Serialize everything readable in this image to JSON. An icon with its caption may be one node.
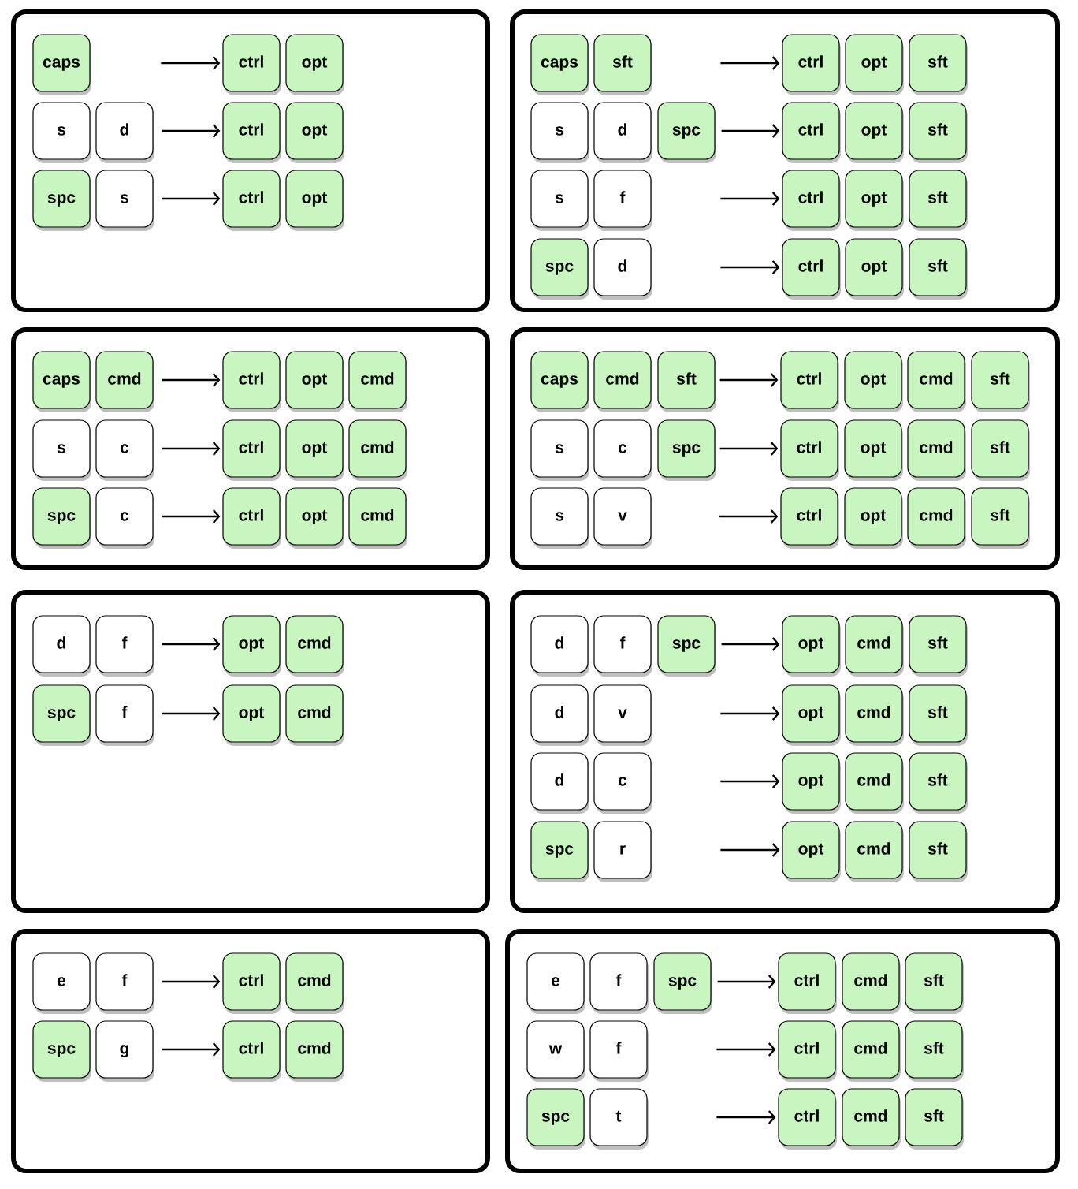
{
  "diagram": {
    "nodes": [
      {
        "text": [],
        "shape": "box"
      },
      {
        "text": [
          "caps"
        ],
        "in": 0
      },
      {
        "text": [
          "ctrl"
        ],
        "in": 0
      },
      {
        "text": [
          "opt"
        ],
        "in": 0
      },
      {
        "text": [
          "s"
        ],
        "in": 0
      },
      {
        "text": [
          "d"
        ],
        "in": 0
      },
      {
        "text": [
          "ctrl"
        ],
        "in": 0
      },
      {
        "text": [
          "opt"
        ],
        "in": 0
      },
      {
        "text": [
          "spc"
        ],
        "in": 0
      },
      {
        "text": [
          "s"
        ],
        "in": 0
      },
      {
        "text": [
          "ctrl"
        ],
        "in": 0
      },
      {
        "text": [
          "opt"
        ],
        "in": 0
      },
      {
        "text": [],
        "shape": "box"
      },
      {
        "text": [
          "caps"
        ],
        "in": 12
      },
      {
        "text": [
          "sft"
        ],
        "in": 12
      },
      {
        "text": [
          "ctrl"
        ],
        "in": 12
      },
      {
        "text": [
          "opt"
        ],
        "in": 12
      },
      {
        "text": [
          "sft"
        ],
        "in": 12
      },
      {
        "text": [
          "s"
        ],
        "in": 12
      },
      {
        "text": [
          "d"
        ],
        "in": 12
      },
      {
        "text": [
          "spc"
        ],
        "in": 12
      },
      {
        "text": [
          "ctrl"
        ],
        "in": 12
      },
      {
        "text": [
          "opt"
        ],
        "in": 12
      },
      {
        "text": [
          "sft"
        ],
        "in": 12
      },
      {
        "text": [
          "s"
        ],
        "in": 12
      },
      {
        "text": [
          "f"
        ],
        "in": 12
      },
      {
        "text": [
          "ctrl"
        ],
        "in": 12
      },
      {
        "text": [
          "opt"
        ],
        "in": 12
      },
      {
        "text": [
          "sft"
        ],
        "in": 12
      },
      {
        "text": [
          "spc"
        ],
        "in": 12
      },
      {
        "text": [
          "d"
        ],
        "in": 12
      },
      {
        "text": [
          "ctrl"
        ],
        "in": 12
      },
      {
        "text": [
          "opt"
        ],
        "in": 12
      },
      {
        "text": [
          "sft"
        ],
        "in": 12
      },
      {
        "text": [],
        "shape": "box"
      },
      {
        "text": [
          "caps"
        ],
        "in": 34
      },
      {
        "text": [
          "cmd"
        ],
        "in": 34
      },
      {
        "text": [
          "ctrl"
        ],
        "in": 34
      },
      {
        "text": [
          "opt"
        ],
        "in": 34
      },
      {
        "text": [
          "cmd"
        ],
        "in": 34
      },
      {
        "text": [
          "s"
        ],
        "in": 34
      },
      {
        "text": [
          "c"
        ],
        "in": 34
      },
      {
        "text": [
          "ctrl"
        ],
        "in": 34
      },
      {
        "text": [
          "opt"
        ],
        "in": 34
      },
      {
        "text": [
          "cmd"
        ],
        "in": 34
      },
      {
        "text": [
          "spc"
        ],
        "in": 34
      },
      {
        "text": [
          "c"
        ],
        "in": 34
      },
      {
        "text": [
          "ctrl"
        ],
        "in": 34
      },
      {
        "text": [
          "opt"
        ],
        "in": 34
      },
      {
        "text": [
          "cmd"
        ],
        "in": 34
      },
      {
        "text": [],
        "shape": "box"
      },
      {
        "text": [
          "caps"
        ],
        "in": 50
      },
      {
        "text": [
          "cmd"
        ],
        "in": 50
      },
      {
        "text": [
          "sft"
        ],
        "in": 50
      },
      {
        "text": [
          "ctrl"
        ],
        "in": 50
      },
      {
        "text": [
          "opt"
        ],
        "in": 50
      },
      {
        "text": [
          "cmd"
        ],
        "in": 50
      },
      {
        "text": [
          "sft"
        ],
        "in": 50
      },
      {
        "text": [
          "s"
        ],
        "in": 50
      },
      {
        "text": [
          "c"
        ],
        "in": 50
      },
      {
        "text": [
          "spc"
        ],
        "in": 50
      },
      {
        "text": [
          "ctrl"
        ],
        "in": 50
      },
      {
        "text": [
          "opt"
        ],
        "in": 50
      },
      {
        "text": [
          "cmd"
        ],
        "in": 50
      },
      {
        "text": [
          "sft"
        ],
        "in": 50
      },
      {
        "text": [
          "s"
        ],
        "in": 50
      },
      {
        "text": [
          "v"
        ],
        "in": 50
      },
      {
        "text": [
          "ctrl"
        ],
        "in": 50
      },
      {
        "text": [
          "opt"
        ],
        "in": 50
      },
      {
        "text": [
          "cmd"
        ],
        "in": 50
      },
      {
        "text": [
          "sft"
        ],
        "in": 50
      },
      {
        "text": [],
        "shape": "box"
      },
      {
        "text": [
          "d"
        ],
        "in": 71
      },
      {
        "text": [
          "f"
        ],
        "in": 71
      },
      {
        "text": [
          "opt"
        ],
        "in": 71
      },
      {
        "text": [
          "cmd"
        ],
        "in": 71
      },
      {
        "text": [
          "spc"
        ],
        "in": 71
      },
      {
        "text": [
          "f"
        ],
        "in": 71
      },
      {
        "text": [
          "opt"
        ],
        "in": 71
      },
      {
        "text": [
          "cmd"
        ],
        "in": 71
      },
      {
        "text": [],
        "shape": "box"
      },
      {
        "text": [
          "d"
        ],
        "in": 80
      },
      {
        "text": [
          "f"
        ],
        "in": 80
      },
      {
        "text": [
          "spc"
        ],
        "in": 80
      },
      {
        "text": [
          "opt"
        ],
        "in": 80
      },
      {
        "text": [
          "cmd"
        ],
        "in": 80
      },
      {
        "text": [
          "sft"
        ],
        "in": 80
      },
      {
        "text": [
          "d"
        ],
        "in": 80
      },
      {
        "text": [
          "v"
        ],
        "in": 80
      },
      {
        "text": [
          "opt"
        ],
        "in": 80
      },
      {
        "text": [
          "cmd"
        ],
        "in": 80
      },
      {
        "text": [
          "sft"
        ],
        "in": 80
      },
      {
        "text": [
          "d"
        ],
        "in": 80
      },
      {
        "text": [
          "c"
        ],
        "in": 80
      },
      {
        "text": [
          "opt"
        ],
        "in": 80
      },
      {
        "text": [
          "cmd"
        ],
        "in": 80
      },
      {
        "text": [
          "sft"
        ],
        "in": 80
      },
      {
        "text": [
          "spc"
        ],
        "in": 80
      },
      {
        "text": [
          "r"
        ],
        "in": 80
      },
      {
        "text": [
          "opt"
        ],
        "in": 80
      },
      {
        "text": [
          "cmd"
        ],
        "in": 80
      },
      {
        "text": [
          "sft"
        ],
        "in": 80
      },
      {
        "text": [],
        "shape": "box"
      },
      {
        "text": [
          "e"
        ],
        "in": 102
      },
      {
        "text": [
          "f"
        ],
        "in": 102
      },
      {
        "text": [
          "ctrl"
        ],
        "in": 102
      },
      {
        "text": [
          "cmd"
        ],
        "in": 102
      },
      {
        "text": [
          "spc"
        ],
        "in": 102
      },
      {
        "text": [
          "g"
        ],
        "in": 102
      },
      {
        "text": [
          "ctrl"
        ],
        "in": 102
      },
      {
        "text": [
          "cmd"
        ],
        "in": 102
      },
      {
        "text": [],
        "shape": "box"
      },
      {
        "text": [
          "e"
        ],
        "in": 111
      },
      {
        "text": [
          "f"
        ],
        "in": 111
      },
      {
        "text": [
          "spc"
        ],
        "in": 111
      },
      {
        "text": [
          "ctrl"
        ],
        "in": 111
      },
      {
        "text": [
          "cmd"
        ],
        "in": 111
      },
      {
        "text": [
          "sft"
        ],
        "in": 111
      },
      {
        "text": [
          "w"
        ],
        "in": 111
      },
      {
        "text": [
          "f"
        ],
        "in": 111
      },
      {
        "text": [
          "ctrl"
        ],
        "in": 111
      },
      {
        "text": [
          "cmd"
        ],
        "in": 111
      },
      {
        "text": [
          "sft"
        ],
        "in": 111
      },
      {
        "text": [
          "spc"
        ],
        "in": 111
      },
      {
        "text": [
          "t"
        ],
        "in": 111
      },
      {
        "text": [
          "ctrl"
        ],
        "in": 111
      },
      {
        "text": [
          "cmd"
        ],
        "in": 111
      },
      {
        "text": [
          "sft"
        ],
        "in": 111
      }
    ],
    "edges": [
      {
        "from": null,
        "to": 2,
        "arrow": "to"
      },
      {
        "from": 5,
        "to": 6,
        "arrow": "to"
      },
      {
        "from": 9,
        "to": 10,
        "arrow": "to"
      },
      {
        "from": null,
        "to": 15,
        "arrow": "to"
      },
      {
        "from": 20,
        "to": 21,
        "arrow": "to"
      },
      {
        "from": null,
        "to": 26,
        "arrow": "to"
      },
      {
        "from": null,
        "to": 31,
        "arrow": "to"
      },
      {
        "from": 36,
        "to": 37,
        "arrow": "to"
      },
      {
        "from": 41,
        "to": 42,
        "arrow": "to"
      },
      {
        "from": 46,
        "to": 47,
        "arrow": "to"
      },
      {
        "from": 53,
        "to": 54,
        "arrow": "to"
      },
      {
        "from": 60,
        "to": 61,
        "arrow": "to"
      },
      {
        "from": null,
        "to": 67,
        "arrow": "to"
      },
      {
        "from": 73,
        "to": 74,
        "arrow": "to"
      },
      {
        "from": 77,
        "to": 78,
        "arrow": "to"
      },
      {
        "from": 83,
        "to": 84,
        "arrow": "to"
      },
      {
        "from": null,
        "to": 89,
        "arrow": "to"
      },
      {
        "from": null,
        "to": 94,
        "arrow": "to"
      },
      {
        "from": null,
        "to": 99,
        "arrow": "to"
      },
      {
        "from": 104,
        "to": 105,
        "arrow": "to"
      },
      {
        "from": 108,
        "to": 109,
        "arrow": "to"
      },
      {
        "from": 114,
        "to": 115,
        "arrow": "to"
      },
      {
        "from": null,
        "to": 120,
        "arrow": "to"
      },
      {
        "from": null,
        "to": 125,
        "arrow": "to"
      }
    ]
  }
}
